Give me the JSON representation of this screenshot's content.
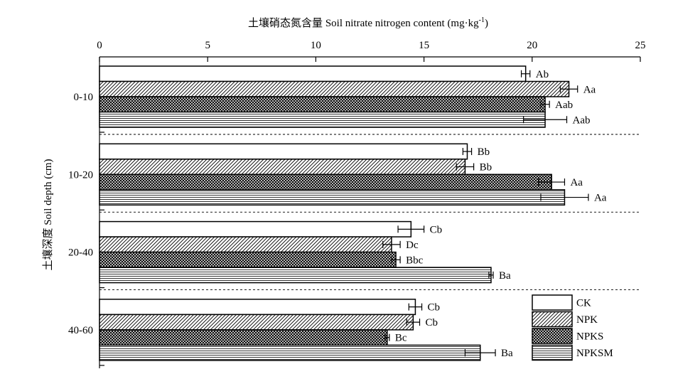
{
  "chart_data": {
    "type": "bar",
    "orientation": "horizontal",
    "title": "",
    "xlabel_cn": "土壤硝态氮含量",
    "xlabel_en": "Soil nitrate nitrogen content (mg·kg",
    "xlabel_sup": "-1",
    "xlabel_close": ")",
    "ylabel": "土壤深度 Soil depth (cm)",
    "xlim": [
      0,
      25
    ],
    "x_ticks": [
      "0",
      "5",
      "10",
      "15",
      "20",
      "25"
    ],
    "categories": [
      "0-10",
      "10-20",
      "20-40",
      "40-60"
    ],
    "series": [
      {
        "name": "CK",
        "pattern": "blank",
        "values": [
          19.7,
          17.0,
          14.4,
          14.6
        ],
        "errors": [
          0.2,
          0.2,
          0.6,
          0.3
        ],
        "labels": [
          "Ab",
          "Bb",
          "Cb",
          "Cb"
        ]
      },
      {
        "name": "NPK",
        "pattern": "diagonal",
        "values": [
          21.7,
          16.9,
          13.5,
          14.5
        ],
        "errors": [
          0.4,
          0.4,
          0.4,
          0.3
        ],
        "labels": [
          "Aa",
          "Bb",
          "Dc",
          "Cb"
        ]
      },
      {
        "name": "NPKS",
        "pattern": "crosshatch",
        "values": [
          20.6,
          20.9,
          13.7,
          13.3
        ],
        "errors": [
          0.2,
          0.6,
          0.2,
          0.1
        ],
        "labels": [
          "Aab",
          "Aa",
          "Bbc",
          "Bc"
        ]
      },
      {
        "name": "NPKSM",
        "pattern": "horizontal",
        "values": [
          20.6,
          21.5,
          18.1,
          17.6
        ],
        "errors": [
          1.0,
          1.1,
          0.1,
          0.7
        ],
        "labels": [
          "Aab",
          "Aa",
          "Ba",
          "Ba"
        ]
      }
    ],
    "legend_position": "bottom-right",
    "grid": false,
    "separators": "dashed"
  }
}
